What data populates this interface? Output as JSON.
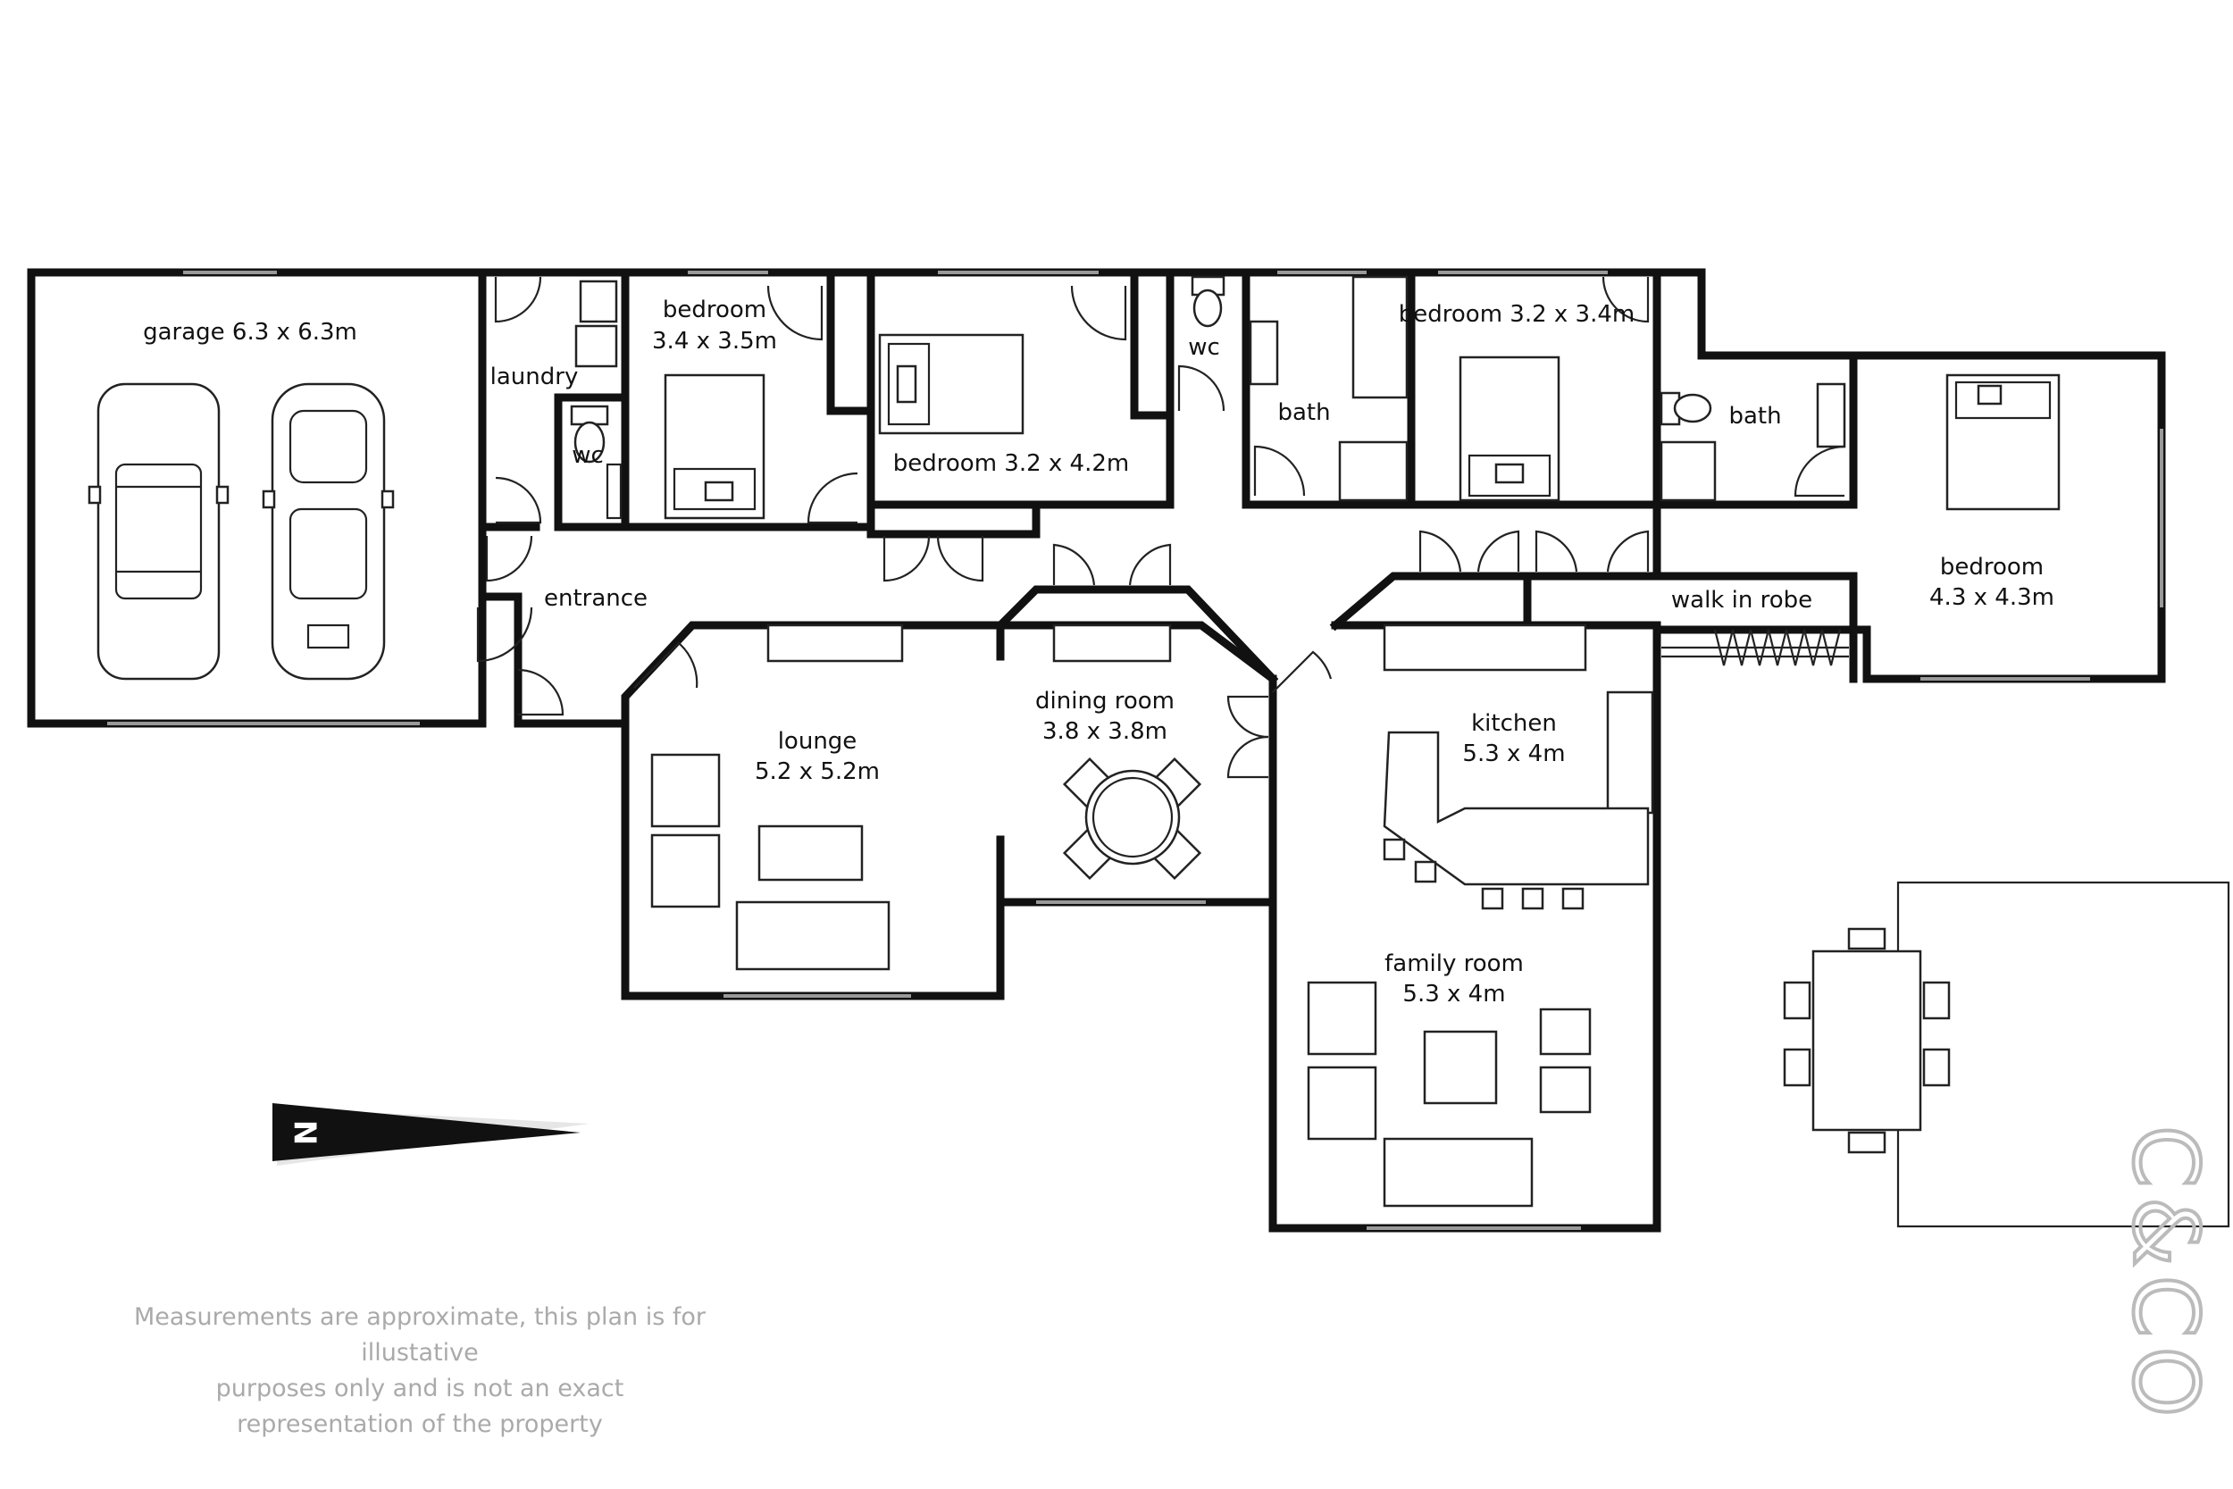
{
  "rooms": {
    "garage": "garage 6.3 x 6.3m",
    "laundry": "laundry",
    "wc1": "wc",
    "wc2": "wc",
    "bedroom2_name": "bedroom",
    "bedroom2_size": "3.4 x 3.5m",
    "bedroom3": "bedroom 3.2 x 4.2m",
    "bath1": "bath",
    "bedroom4": "bedroom 3.2 x 3.4m",
    "bath2": "bath",
    "master_name": "bedroom",
    "master_size": "4.3 x 4.3m",
    "walk_in_robe": "walk in robe",
    "entrance": "entrance",
    "lounge_name": "lounge",
    "lounge_size": "5.2 x 5.2m",
    "dining_name": "dining room",
    "dining_size": "3.8 x 3.8m",
    "kitchen_name": "kitchen",
    "kitchen_size": "5.3 x 4m",
    "family_name": "family room",
    "family_size": "5.3 x 4m"
  },
  "compass": {
    "label": "N"
  },
  "disclaimer": {
    "line1": "Measurements are approximate, this plan is for illustative",
    "line2": "purposes only and is not an exact representation of the property"
  },
  "logo": {
    "text": "C&CO"
  },
  "colors": {
    "wall": "#111111",
    "window": "#999999",
    "note": "#aaaaaa",
    "logo": "#bbbbbb"
  }
}
